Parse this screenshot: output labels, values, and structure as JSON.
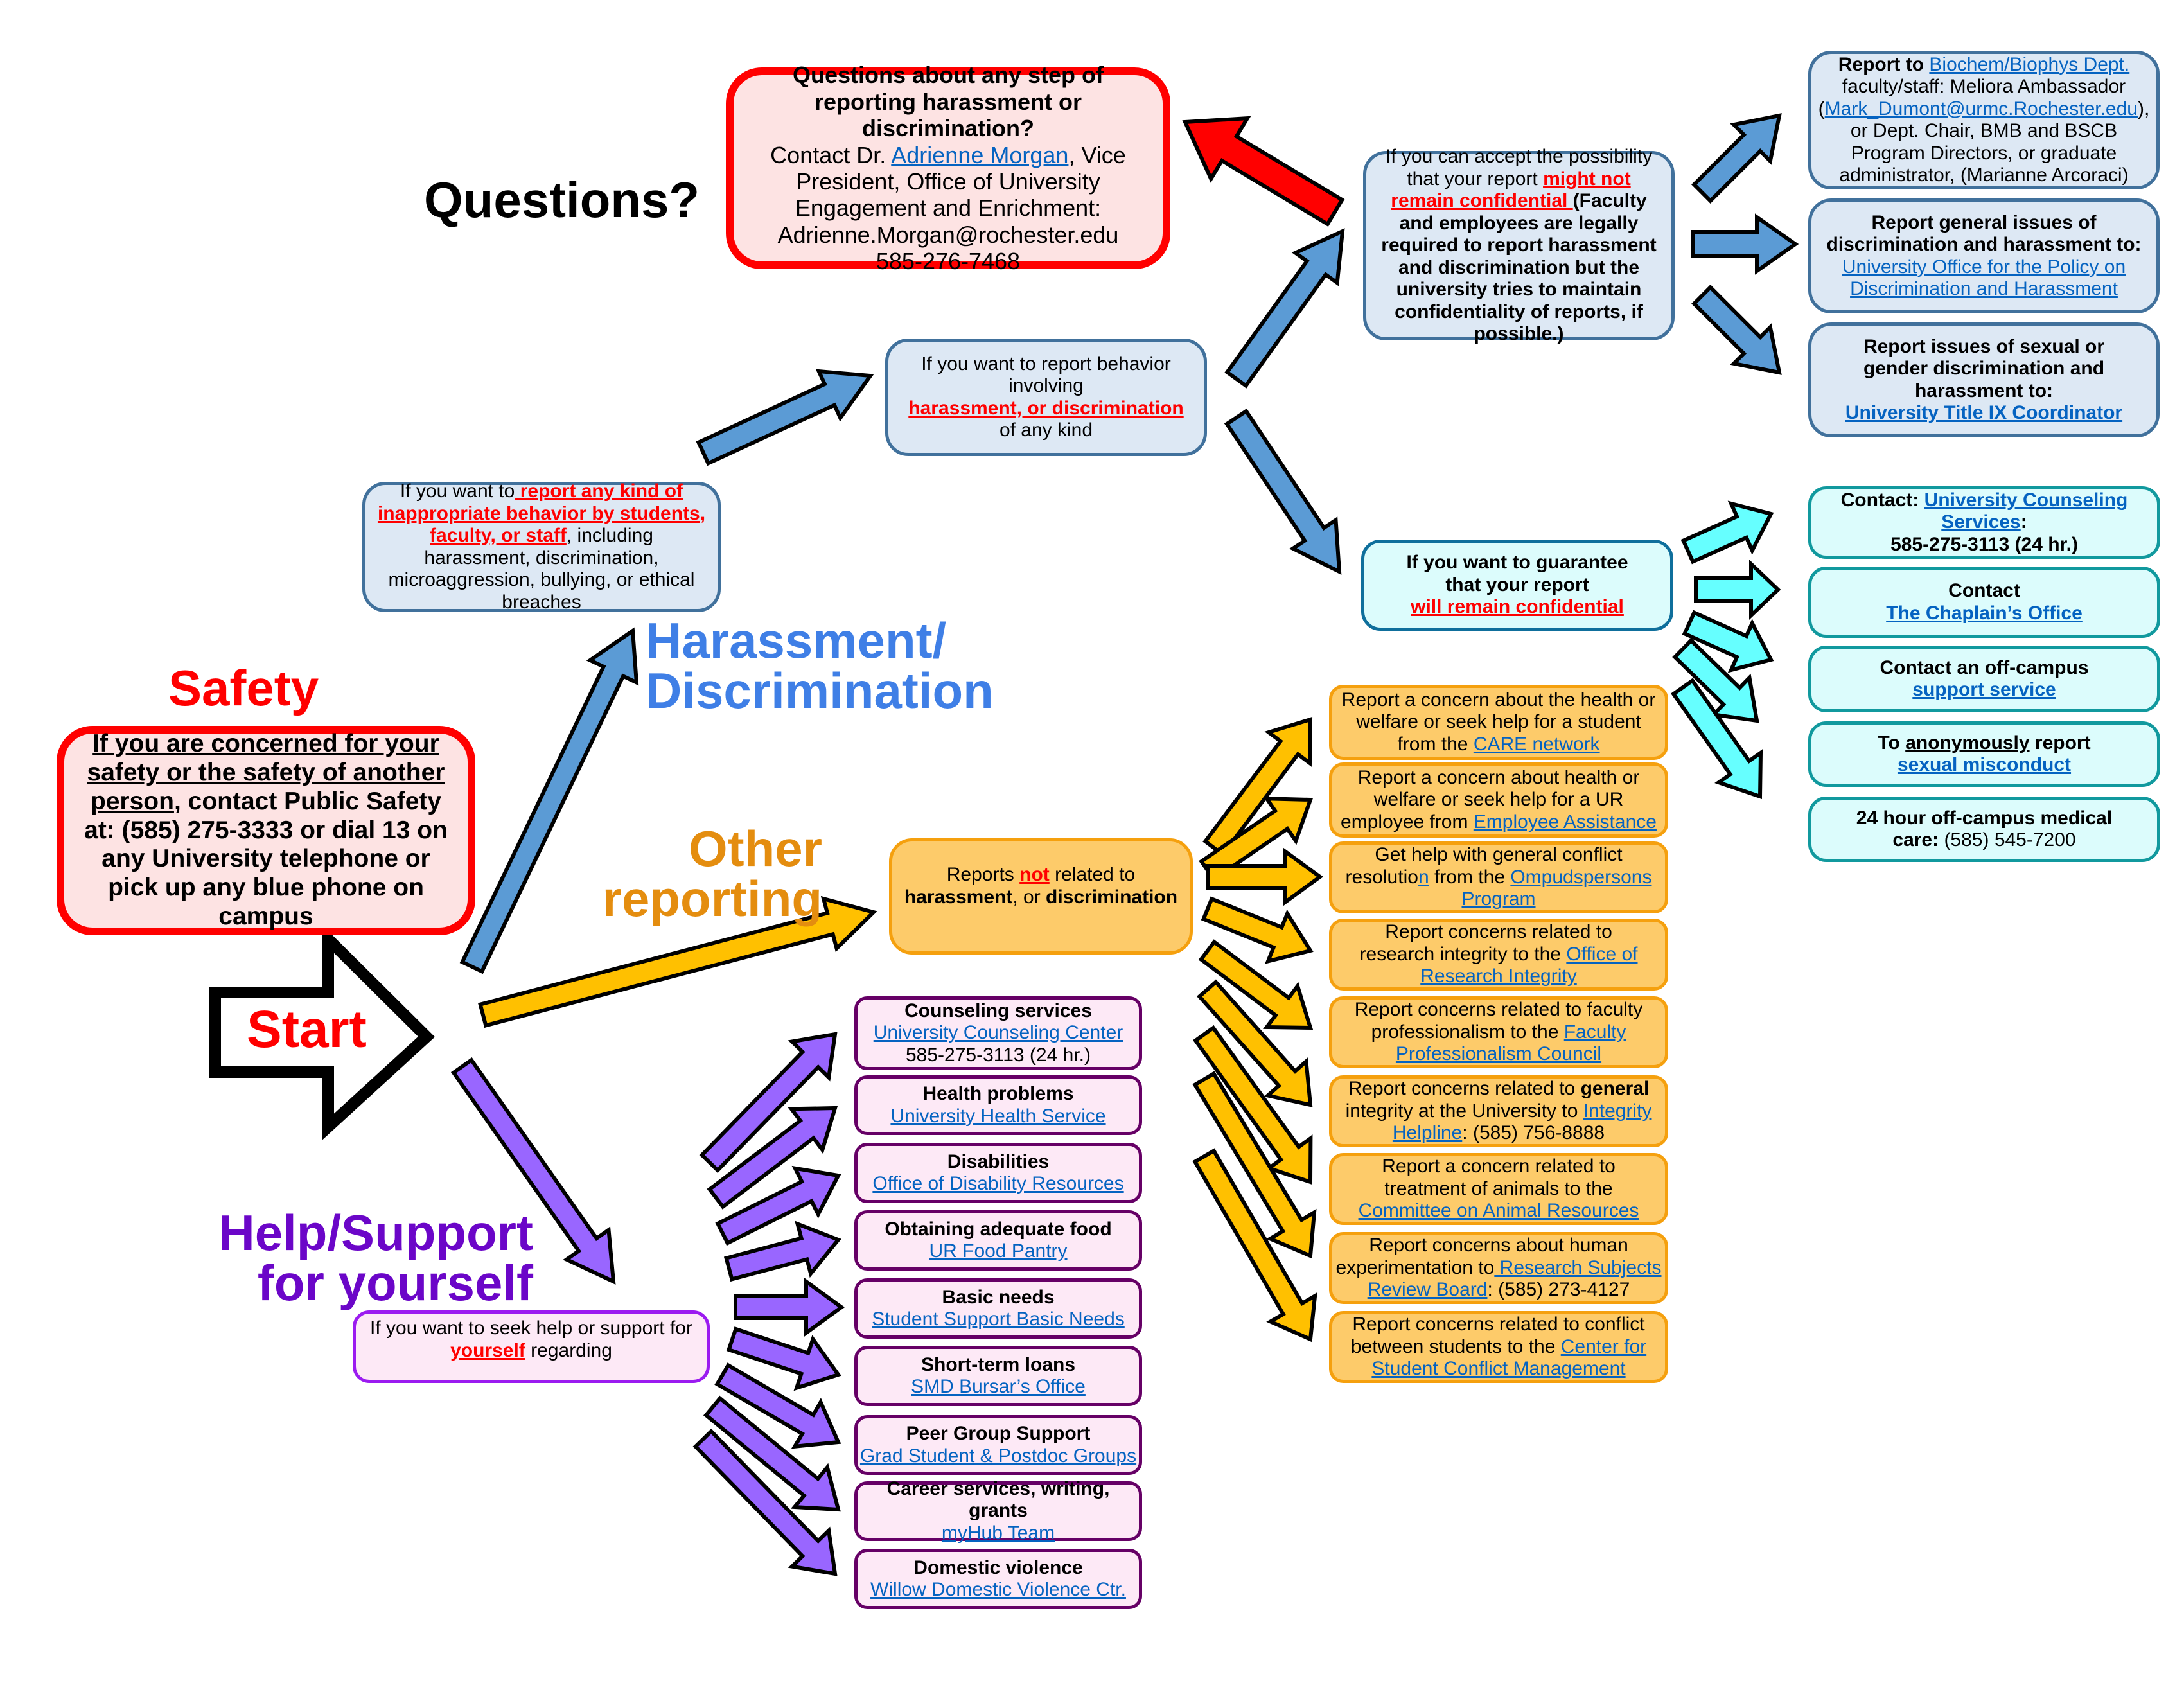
{
  "colors": {
    "safety_red": "#ff0000",
    "harassment_blue": "#3f7fe6",
    "other_orange": "#e48d0f",
    "help_purple": "#6b06c8",
    "blue_arrow": "#5b9bd5",
    "cyan_arrow": "#66ffff",
    "orange_arrow": "#ffc000",
    "purple_arrow": "#9966ff",
    "link": "#0563c1"
  },
  "titles": {
    "questions": "Questions?",
    "harassment_line1": "Harassment/",
    "harassment_line2": "Discrimination",
    "safety": "Safety",
    "start": "Start",
    "other_line1": "Other",
    "other_line2": "reporting",
    "help_line1": "Help/Support",
    "help_line2": "for yourself"
  },
  "questions_box": {
    "heading": "Questions about any step of reporting harassment or discrimination?",
    "contact_prefix": "Contact Dr. ",
    "contact_link": "Adrienne Morgan",
    "contact_suffix": ", Vice President, Office of University Engagement and Enrichment:",
    "email": "Adrienne.Morgan@rochester.edu",
    "phone": "585-276-7468"
  },
  "safety_box": {
    "underlined": "If you are concerned for your safety or the safety of another person",
    "rest": ", contact Public Safety at: (585) 275-3333 or dial 13 on any University telephone or pick up any blue phone on campus"
  },
  "harassment_branch": {
    "entry_box": {
      "prefix": "If you want to",
      "highlight": " report any kind of inappropriate behavior by students, faculty, or staff",
      "suffix": ", including harassment, discrimination, microaggression, bullying, or ethical breaches"
    },
    "involving_box": {
      "prefix": "If you want to report behavior involving",
      "highlight": "harassment, or discrimination ",
      "suffix": "of any kind"
    },
    "not_confidential_box": {
      "prefix": "If you can accept the possibility that your report ",
      "highlight": "might  not remain confidential ",
      "suffix": " (Faculty and employees are legally required to report harassment and discrimination but the university tries to maintain confidentiality of  reports, if possible.)"
    },
    "confidential_box": {
      "line1": "If you want to guarantee",
      "line2": "that  your report",
      "highlight": "will remain confidential"
    },
    "report_targets": [
      {
        "bold": "Report to ",
        "link": "Biochem/Biophys  Dept.",
        "text1": " faculty/staff: Meliora Ambassador (",
        "link2": "Mark_Dumont@urmc.Rochester.edu",
        "text2": "), or Dept. Chair, BMB and BSCB Program Directors, or graduate administrator, (Marianne Arcoraci)"
      },
      {
        "bold": "Report general issues of discrimination and harassment to: ",
        "link": "University Office for the Policy on Discrimination and Harassment"
      },
      {
        "bold": "Report issues of sexual or gender discrimination and harassment to:",
        "link": "University Title IX Coordinator"
      }
    ],
    "confidential_targets": [
      {
        "bold": "Contact: ",
        "link": "University Counseling Services",
        "after": ":",
        "extra": "585-275-3113 (24 hr.)"
      },
      {
        "bold": "Contact",
        "link": "The Chaplain’s Office"
      },
      {
        "bold": "Contact an off-campus",
        "link": "support service"
      },
      {
        "bold_pre": "To ",
        "underlined": "anonymously",
        "bold_post": " report",
        "link": "sexual misconduct"
      },
      {
        "bold": "24 hour off-campus medical care:",
        "plain": " (585) 545-7200"
      }
    ]
  },
  "other_branch": {
    "entry_box": {
      "pre": "Reports ",
      "highlight": "not",
      "mid": " related to",
      "bold1": "harassment",
      "sep": ", or ",
      "bold2": "discrimination"
    },
    "items": [
      {
        "text": "Report a concern about the health or welfare or seek help for a student from the ",
        "link": "CARE network",
        "after": ""
      },
      {
        "text": "Report a concern about health or welfare or seek help for a UR employee from ",
        "link": "Employee Assistance",
        "after": ""
      },
      {
        "text": "Get help with general conflict resolutio",
        "link": "n",
        "mid": " from the ",
        "link2": "Ompudspersons  Program"
      },
      {
        "text": "Report concerns related to research integrity to the ",
        "link": "Office of Research Integrity",
        "after": ""
      },
      {
        "text": "Report concerns related to faculty professionalism to the ",
        "link": "Faculty Professionalism  Council",
        "after": ""
      },
      {
        "text": "Report concerns related to ",
        "bold": "general",
        "text2": " integrity at the University to ",
        "link": "Integrity Helpline",
        "after": ": (585) 756-8888"
      },
      {
        "text": "Report a concern related to treatment of animals to the ",
        "link": "Committee on Animal Resources",
        "after": ""
      },
      {
        "text": "Report concerns about human experimentation to",
        "link": " Research Subjects Review Board",
        "after": ": (585) 273-4127"
      },
      {
        "text": "Report concerns related to conflict between students to the ",
        "link": "Center for Student Conflict Management",
        "after": ""
      }
    ]
  },
  "help_branch": {
    "entry_box": {
      "prefix": "If you want to seek help or support for",
      "highlight": "yourself",
      "suffix": " regarding"
    },
    "items": [
      {
        "topic": "Counseling services",
        "link": "University Counseling Center",
        "extra": "585-275-3113 (24 hr.)"
      },
      {
        "topic": "Health problems",
        "link": "University Health Service"
      },
      {
        "topic": "Disabilities",
        "link": "Office of Disability Resources"
      },
      {
        "topic": "Obtaining adequate food",
        "link": "UR Food Pantry"
      },
      {
        "topic": "Basic needs",
        "link": "Student Support Basic Needs"
      },
      {
        "topic": "Short-term loans",
        "link": "SMD Bursar’s Office"
      },
      {
        "topic": "Peer Group Support",
        "link": "Grad Student & Postdoc Groups"
      },
      {
        "topic": "Career services, writing, grants",
        "link": "myHub Team"
      },
      {
        "topic": "Domestic violence",
        "link": "Willow Domestic Violence Ctr."
      }
    ]
  }
}
